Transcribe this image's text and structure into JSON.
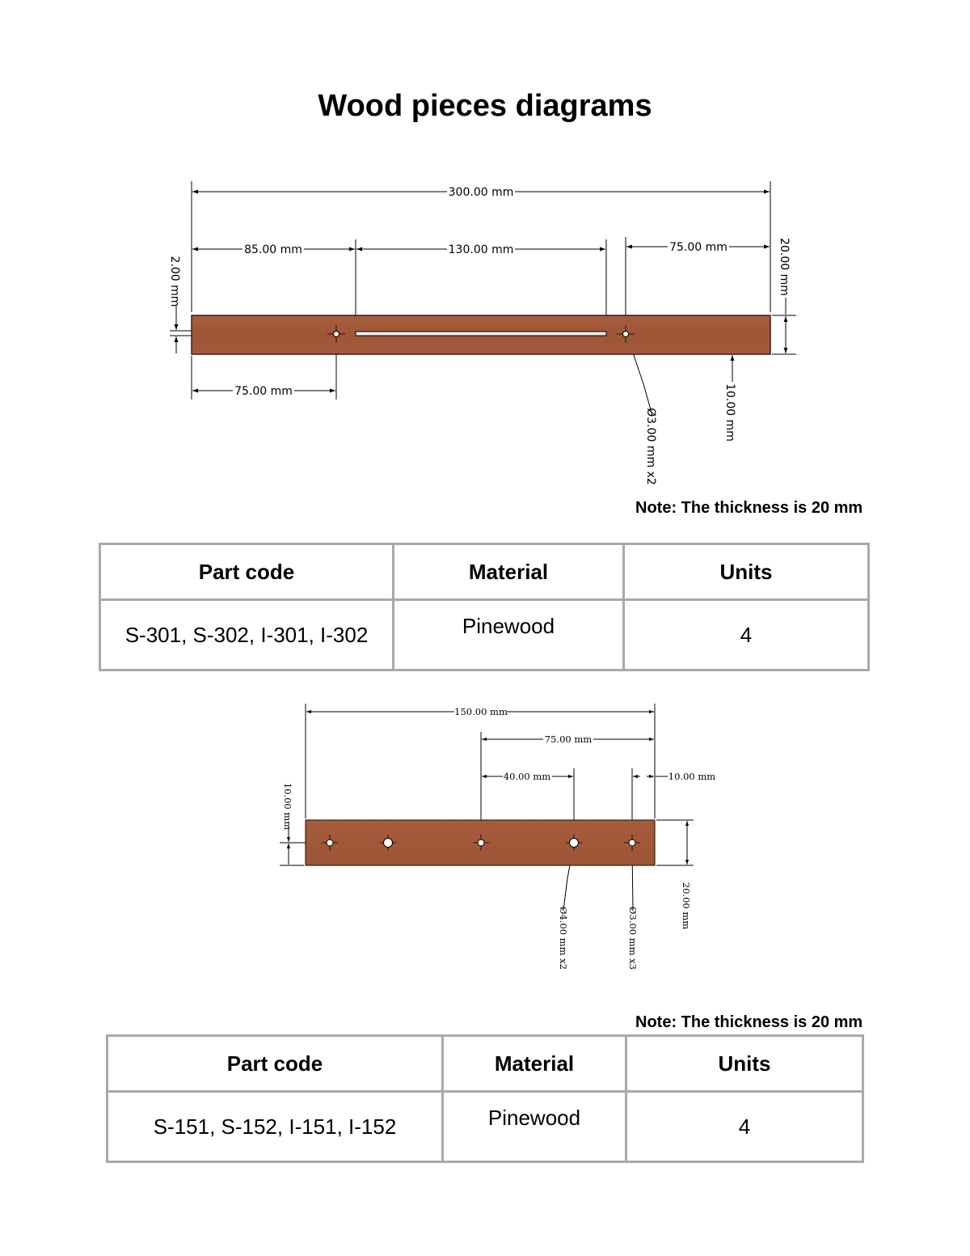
{
  "title": "Wood pieces diagrams",
  "piece1": {
    "dims": {
      "overall": "300.00 mm",
      "left_to_slot": "85.00 mm",
      "slot_length": "130.00 mm",
      "right_to_hole": "75.00 mm",
      "height": "20.00 mm",
      "slot_width": "2.00 mm",
      "hole_from_left": "75.00 mm",
      "hole_diameter": "Ø3.00 mm x2",
      "center_height": "10.00 mm"
    },
    "note": "Note: The thickness is 20 mm",
    "table": {
      "headers": [
        "Part code",
        "Material",
        "Units"
      ],
      "row": [
        "S-301, S-302, I-301, I-302",
        "Pinewood",
        "4"
      ]
    }
  },
  "piece2": {
    "dims": {
      "overall": "150.00 mm",
      "right_group": "75.00 mm",
      "hole_spacing": "40.00 mm",
      "edge_offset": "10.00 mm",
      "center_height": "10.00 mm",
      "large_hole": "Ø4.00 mm x2",
      "small_hole": "Ø3.00 mm x3",
      "height": "20.00 mm"
    },
    "note": "Note: The thickness is 20 mm",
    "table": {
      "headers": [
        "Part code",
        "Material",
        "Units"
      ],
      "row": [
        "S-151, S-152, I-151, I-152",
        "Pinewood",
        "4"
      ]
    }
  },
  "colors": {
    "wood": "#a0583a",
    "table_border": "#a9a9a9"
  }
}
